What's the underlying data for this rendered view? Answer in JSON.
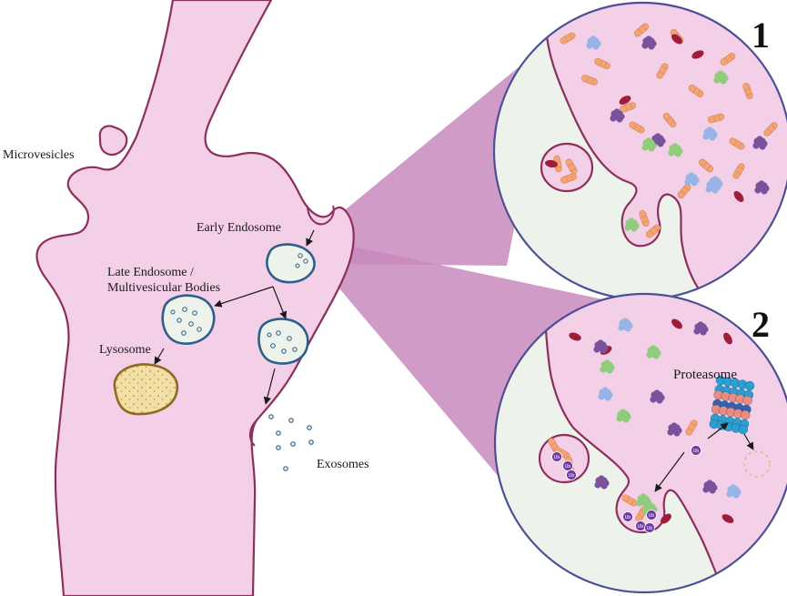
{
  "colors": {
    "cytoplasm": "#f3cfe8",
    "membrane": "#8c2f5c",
    "lumen": "#edf3ea",
    "zoom_wedge": "#c989bd",
    "circle_border": "#4c4f96",
    "endosome_border": "#2f5f88",
    "lysosome_fill": "#f2dfa5",
    "lysosome_border": "#8d6a1f",
    "protein_orange": "#f2a574",
    "protein_red": "#9e1d3a",
    "protein_purple": "#7a529c",
    "protein_blue": "#98b4e6",
    "protein_green": "#8fcc7c",
    "ubiquitin": "#6d3c9e",
    "proteasome_blue": "#2c9fd0",
    "proteasome_salmon": "#ef8b7c",
    "proteasome_navy": "#3c5fa8"
  },
  "labels": {
    "microvesicles": "Microvesicles",
    "early_endosome": "Early Endosome",
    "late_endosome_line1": "Late Endosome /",
    "late_endosome_line2": "Multivesicular Bodies",
    "lysosome": "Lysosome",
    "exosomes": "Exosomes",
    "proteasome": "Proteasome",
    "panel1_number": "1",
    "panel2_number": "2",
    "ub": "Ub"
  },
  "icons": {
    "ubiquitin_tag": "ub-tag-icon",
    "proteasome": "proteasome-icon"
  }
}
